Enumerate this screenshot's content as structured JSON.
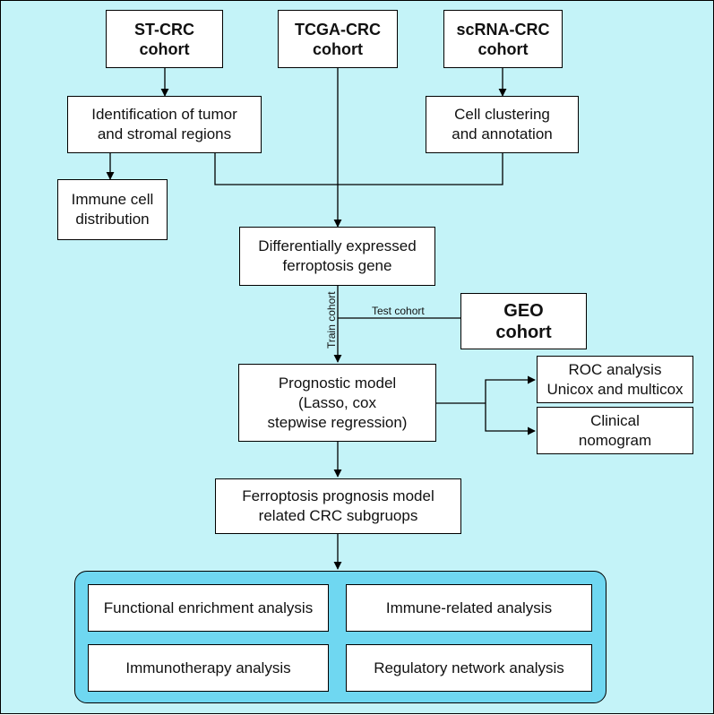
{
  "cohorts": {
    "st_crc": [
      "ST-CRC",
      "cohort"
    ],
    "tcga_crc": [
      "TCGA-CRC",
      "cohort"
    ],
    "scrna_crc": [
      "scRNA-CRC",
      "cohort"
    ],
    "geo": [
      "GEO",
      "cohort"
    ]
  },
  "steps": {
    "tumor_stromal": [
      "Identification of tumor",
      "and stromal regions"
    ],
    "cell_clustering": [
      "Cell clustering",
      "and annotation"
    ],
    "immune_distribution": [
      "Immune cell",
      "distribution"
    ],
    "degs": [
      "Differentially expressed",
      "ferroptosis gene"
    ],
    "prognostic_model": [
      "Prognostic model",
      "(Lasso, cox",
      "stepwise regression)"
    ],
    "roc": [
      "ROC analysis",
      "Unicox and multicox"
    ],
    "nomogram": [
      "Clinical",
      "nomogram"
    ],
    "subgroups": [
      "Ferroptosis prognosis model",
      "related CRC subgruops"
    ]
  },
  "edge_labels": {
    "train": "Train cohort",
    "test": "Test cohort"
  },
  "analyses": {
    "functional": "Functional enrichment analysis",
    "immune": "Immune-related analysis",
    "immunotherapy": "Immunotherapy analysis",
    "regulatory": "Regulatory network analysis"
  },
  "colors": {
    "background": "#c4f3f8",
    "panel": "#6fd7f1",
    "box": "#ffffff",
    "line": "#000000"
  }
}
